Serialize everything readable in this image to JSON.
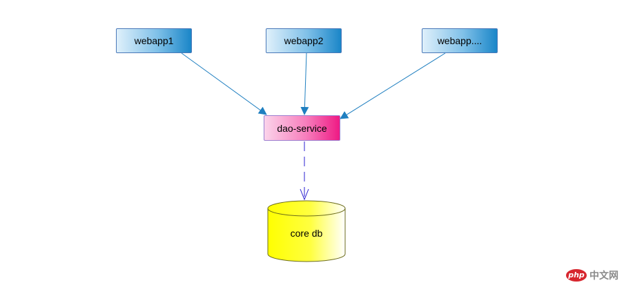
{
  "nodes": {
    "webapp1": "webapp1",
    "webapp2": "webapp2",
    "webapp3": "webapp....",
    "dao_service": "dao-service",
    "core_db": "core db"
  },
  "edges": [
    {
      "from": "webapp1",
      "to": "dao-service",
      "style": "solid"
    },
    {
      "from": "webapp2",
      "to": "dao-service",
      "style": "solid"
    },
    {
      "from": "webapp....",
      "to": "dao-service",
      "style": "solid"
    },
    {
      "from": "dao-service",
      "to": "core db",
      "style": "dashed"
    }
  ],
  "colors": {
    "webapp_fill_start": "#dff0fb",
    "webapp_fill_end": "#1a86c8",
    "dao_fill_start": "#fbd3ea",
    "dao_fill_end": "#ee1a84",
    "db_fill_start": "#ffff00",
    "db_fill_end": "#ffffff",
    "solid_edge": "#1f7fc0",
    "dashed_edge": "#2a1fd0"
  },
  "watermark": {
    "logo": "php",
    "text": "中文网"
  }
}
